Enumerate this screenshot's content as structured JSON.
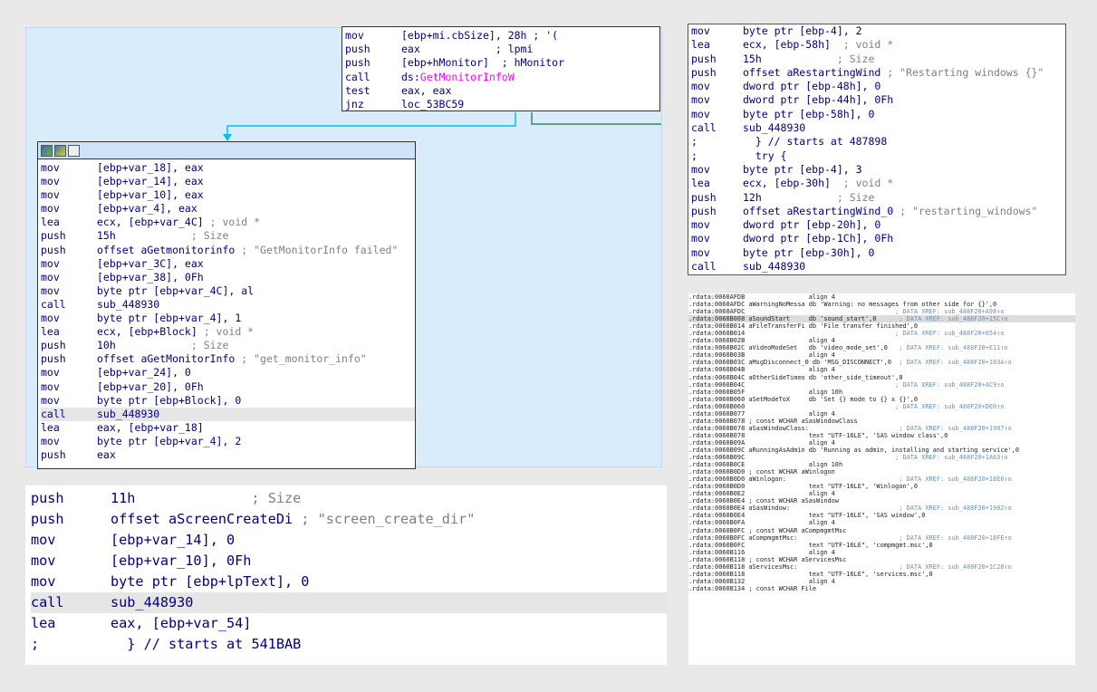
{
  "top_block": {
    "lines": [
      {
        "m": "mov",
        "o": "[ebp+mi.cbSize], 28h ; '(",
        "c": ""
      },
      {
        "m": "push",
        "o": "eax            ; lpmi",
        "c": ""
      },
      {
        "m": "push",
        "o": "[ebp+hMonitor]  ; hMonitor",
        "c": ""
      },
      {
        "m": "call",
        "o": "ds:",
        "c": "GetMonitorInfoW"
      },
      {
        "m": "test",
        "o": "eax, eax",
        "c": ""
      },
      {
        "m": "jnz",
        "o": "loc_53BC59",
        "c": ""
      }
    ]
  },
  "main_block": {
    "lines": [
      {
        "m": "mov",
        "o": "[ebp+var_18], eax",
        "c": ""
      },
      {
        "m": "mov",
        "o": "[ebp+var_14], eax",
        "c": ""
      },
      {
        "m": "mov",
        "o": "[ebp+var_10], eax",
        "c": ""
      },
      {
        "m": "mov",
        "o": "[ebp+var_4], eax",
        "c": ""
      },
      {
        "m": "lea",
        "o": "ecx, [ebp+var_4C]",
        "c": " ; void *"
      },
      {
        "m": "push",
        "o": "15h",
        "c": "            ; Size"
      },
      {
        "m": "push",
        "o": "offset aGetmonitorinfo",
        "c": " ; \"GetMonitorInfo failed\""
      },
      {
        "m": "mov",
        "o": "[ebp+var_3C], eax",
        "c": ""
      },
      {
        "m": "mov",
        "o": "[ebp+var_38], 0Fh",
        "c": ""
      },
      {
        "m": "mov",
        "o": "byte ptr [ebp+var_4C], al",
        "c": ""
      },
      {
        "m": "call",
        "o": "sub_448930",
        "c": ""
      },
      {
        "m": "mov",
        "o": "byte ptr [ebp+var_4], 1",
        "c": ""
      },
      {
        "m": "lea",
        "o": "ecx, [ebp+Block]",
        "c": " ; void *"
      },
      {
        "m": "push",
        "o": "10h",
        "c": "            ; Size"
      },
      {
        "m": "push",
        "o": "offset aGetMonitorInfo",
        "c": " ; \"get_monitor_info\""
      },
      {
        "m": "mov",
        "o": "[ebp+var_24], 0",
        "c": ""
      },
      {
        "m": "mov",
        "o": "[ebp+var_20], 0Fh",
        "c": ""
      },
      {
        "m": "mov",
        "o": "byte ptr [ebp+Block], 0",
        "c": ""
      },
      {
        "m": "call",
        "o": "sub_448930",
        "c": ""
      },
      {
        "m": "lea",
        "o": "eax, [ebp+var_18]",
        "c": ""
      },
      {
        "m": "mov",
        "o": "byte ptr [ebp+var_4], 2",
        "c": ""
      },
      {
        "m": "push",
        "o": "eax",
        "c": ""
      }
    ]
  },
  "right_block": {
    "lines": [
      {
        "m": "mov",
        "o": "byte ptr [ebp-4], 2",
        "c": ""
      },
      {
        "m": "lea",
        "o": "ecx, [ebp-58h]",
        "c": "  ; void *"
      },
      {
        "m": "push",
        "o": "15h",
        "c": "            ; Size"
      },
      {
        "m": "push",
        "o": "offset aRestartingWind",
        "c": " ; \"Restarting windows {}\""
      },
      {
        "m": "mov",
        "o": "dword ptr [ebp-48h], 0",
        "c": ""
      },
      {
        "m": "mov",
        "o": "dword ptr [ebp-44h], 0Fh",
        "c": ""
      },
      {
        "m": "mov",
        "o": "byte ptr [ebp-58h], 0",
        "c": ""
      },
      {
        "m": "call",
        "o": "sub_448930",
        "c": ""
      },
      {
        "m": ";",
        "o": "  } // starts at 487898",
        "c": ""
      },
      {
        "m": ";",
        "o": "  try {",
        "c": ""
      },
      {
        "m": "mov",
        "o": "byte ptr [ebp-4], 3",
        "c": ""
      },
      {
        "m": "lea",
        "o": "ecx, [ebp-30h]",
        "c": "  ; void *"
      },
      {
        "m": "push",
        "o": "12h",
        "c": "            ; Size"
      },
      {
        "m": "push",
        "o": "offset aRestartingWind_0",
        "c": " ; \"restarting_windows\""
      },
      {
        "m": "mov",
        "o": "dword ptr [ebp-20h], 0",
        "c": ""
      },
      {
        "m": "mov",
        "o": "dword ptr [ebp-1Ch], 0Fh",
        "c": ""
      },
      {
        "m": "mov",
        "o": "byte ptr [ebp-30h], 0",
        "c": ""
      },
      {
        "m": "call",
        "o": "sub_448930",
        "c": ""
      }
    ]
  },
  "bottom_block": {
    "lines": [
      {
        "m": "push",
        "o": "11h",
        "c": "              ; Size"
      },
      {
        "m": "push",
        "o": "offset aScreenCreateDi",
        "c": " ; \"screen_create_dir\""
      },
      {
        "m": "mov",
        "o": "[ebp+var_14], 0",
        "c": ""
      },
      {
        "m": "mov",
        "o": "[ebp+var_10], 0Fh",
        "c": ""
      },
      {
        "m": "mov",
        "o": "byte ptr [ebp+lpText], 0",
        "c": ""
      },
      {
        "m": "call",
        "o": "sub_448930",
        "c": ""
      },
      {
        "m": "lea",
        "o": "eax, [ebp+var_54]",
        "c": ""
      },
      {
        "m": ";",
        "o": "  } // starts at 541BAB",
        "c": ""
      }
    ]
  },
  "rdata": {
    "lines": [
      {
        "a": ".rdata:0060AFDB",
        "t": "                 align 4",
        "x": ""
      },
      {
        "a": ".rdata:0060AFDC",
        "t": " aWarningNoMessa db 'Warning: no messages from other side for {}',0",
        "x": ""
      },
      {
        "a": ".rdata:0060AFDC",
        "t": "",
        "x": "                                        ; DATA XREF: sub_488F20+A98↑o"
      },
      {
        "a": ".rdata:0060B008",
        "t": " aSoundStart     db 'sound_start',0      ",
        "x": "; DATA XREF: sub_488F20+15C↑o"
      },
      {
        "a": ".rdata:0060B014",
        "t": " aFileTransferFi db 'File transfer finished',0",
        "x": ""
      },
      {
        "a": ".rdata:0060B014",
        "t": "",
        "x": "                                        ; DATA XREF: sub_488F20+654↑o"
      },
      {
        "a": ".rdata:0060B02B",
        "t": "                 align 4",
        "x": ""
      },
      {
        "a": ".rdata:0060B02C",
        "t": " aVideoModeSet   db 'video_mode_set',0   ",
        "x": "; DATA XREF: sub_488F20+E11↑o"
      },
      {
        "a": ".rdata:0060B03B",
        "t": "                 align 4",
        "x": ""
      },
      {
        "a": ".rdata:0060B03C",
        "t": " aMsgDisconnect_0 db 'MSG_DISCONNECT',0  ",
        "x": "; DATA XREF: sub_488F20+103A↑o"
      },
      {
        "a": ".rdata:0060B04B",
        "t": "                 align 4",
        "x": ""
      },
      {
        "a": ".rdata:0060B04C",
        "t": " aOtherSideTimeo db 'other_side_timeout',0",
        "x": ""
      },
      {
        "a": ".rdata:0060B04C",
        "t": "",
        "x": "                                        ; DATA XREF: sub_488F20+AC9↑o"
      },
      {
        "a": ".rdata:0060B05F",
        "t": "                 align 10h",
        "x": ""
      },
      {
        "a": ".rdata:0060B060",
        "t": " aSetModeToX     db 'Set {} mode to {} x {}',0",
        "x": ""
      },
      {
        "a": ".rdata:0060B060",
        "t": "",
        "x": "                                        ; DATA XREF: sub_488F20+DE0↑o"
      },
      {
        "a": ".rdata:0060B077",
        "t": "                 align 4",
        "x": ""
      },
      {
        "a": ".rdata:0060B078",
        "t": " ; const WCHAR aSasWindowClass",
        "x": ""
      },
      {
        "a": ".rdata:0060B078",
        "t": " aSasWindowClass:",
        "x": "                        ; DATA XREF: sub_488F20+1907↑o"
      },
      {
        "a": ".rdata:0060B078",
        "t": "                 text \"UTF-16LE\", 'SAS window class',0",
        "x": ""
      },
      {
        "a": ".rdata:0060B09A",
        "t": "                 align 4",
        "x": ""
      },
      {
        "a": ".rdata:0060B09C",
        "t": " aRunningAsAdmin db 'Running as admin, installing and starting service',0",
        "x": ""
      },
      {
        "a": ".rdata:0060B09C",
        "t": "",
        "x": "                                        ; DATA XREF: sub_488F20+1A63↑o"
      },
      {
        "a": ".rdata:0060B0CE",
        "t": "                 align 10h",
        "x": ""
      },
      {
        "a": ".rdata:0060B0D0",
        "t": " ; const WCHAR aWinlogon",
        "x": ""
      },
      {
        "a": ".rdata:0060B0D0",
        "t": " aWinlogon:",
        "x": "                              ; DATA XREF: sub_488F20+18E6↑o"
      },
      {
        "a": ".rdata:0060B0D0",
        "t": "                 text \"UTF-16LE\", 'Winlogon',0",
        "x": ""
      },
      {
        "a": ".rdata:0060B0E2",
        "t": "                 align 4",
        "x": ""
      },
      {
        "a": ".rdata:0060B0E4",
        "t": " ; const WCHAR aSasWindow",
        "x": ""
      },
      {
        "a": ".rdata:0060B0E4",
        "t": " aSasWindow:",
        "x": "                             ; DATA XREF: sub_488F20+1902↑o"
      },
      {
        "a": ".rdata:0060B0E4",
        "t": "                 text \"UTF-16LE\", 'SAS window',0",
        "x": ""
      },
      {
        "a": ".rdata:0060B0FA",
        "t": "                 align 4",
        "x": ""
      },
      {
        "a": ".rdata:0060B0FC",
        "t": " ; const WCHAR aCompmgmtMsc",
        "x": ""
      },
      {
        "a": ".rdata:0060B0FC",
        "t": " aCompmgmtMsc:",
        "x": "                           ; DATA XREF: sub_488F20+18FE↑o"
      },
      {
        "a": ".rdata:0060B0FC",
        "t": "                 text \"UTF-16LE\", 'compmgmt.msc',0",
        "x": ""
      },
      {
        "a": ".rdata:0060B116",
        "t": "                 align 4",
        "x": ""
      },
      {
        "a": ".rdata:0060B118",
        "t": " ; const WCHAR aServicesMsc",
        "x": ""
      },
      {
        "a": ".rdata:0060B118",
        "t": " aServicesMsc:",
        "x": "                           ; DATA XREF: sub_488F20+1C28↑o"
      },
      {
        "a": ".rdata:0060B118",
        "t": "                 text \"UTF-16LE\", 'services.msc',0",
        "x": ""
      },
      {
        "a": ".rdata:0060B132",
        "t": "                 align 4",
        "x": ""
      },
      {
        "a": ".rdata:0060B134",
        "t": " ; const WCHAR File",
        "x": ""
      }
    ]
  },
  "colors": {
    "graph_bg": "#d9ecfb",
    "edge_blue": "#00bfff",
    "edge_green": "#2e8b57",
    "text": "#000080",
    "highlight": "#e6e6e6"
  }
}
